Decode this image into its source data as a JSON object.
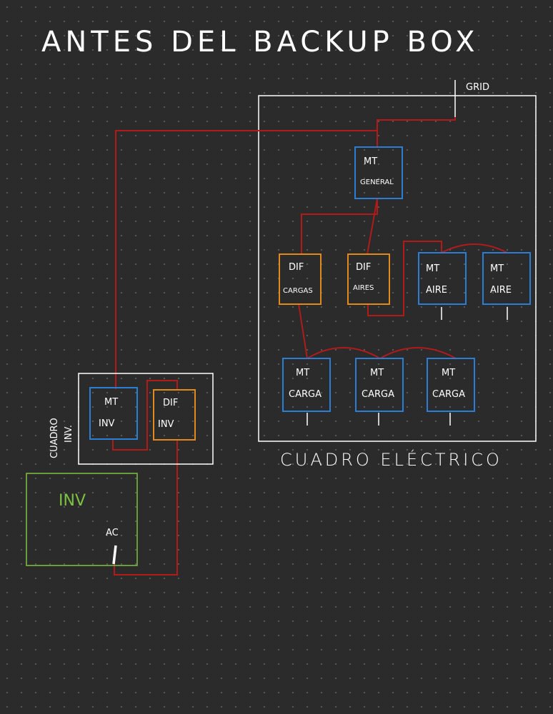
{
  "title": "ANTES DEL BACKUP BOX",
  "grid_label": "GRID",
  "cuadro_electrico": {
    "label": "CUADRO ELÉCTRICO",
    "mt_general": [
      "MT",
      "GENERAL"
    ],
    "dif_cargas": [
      "DIF",
      "CARGAS"
    ],
    "dif_aires": [
      "DIF",
      "AIRES"
    ],
    "mt_aire_1": [
      "MT",
      "AIRE"
    ],
    "mt_aire_2": [
      "MT",
      "AIRE"
    ],
    "mt_carga_1": [
      "MT",
      "CARGA"
    ],
    "mt_carga_2": [
      "MT",
      "CARGA"
    ],
    "mt_carga_3": [
      "MT",
      "CARGA"
    ]
  },
  "cuadro_inv": {
    "label_line1": "CUADRO",
    "label_line2": "INV.",
    "mt_inv": [
      "MT",
      "INV"
    ],
    "dif_inv": [
      "DIF",
      "INV"
    ]
  },
  "inverter": {
    "label": "INV",
    "ac_label": "AC"
  },
  "colors": {
    "background": "#2b2b2b",
    "dots": "#5a5a5a",
    "wire": "#b31b1b",
    "breaker_mt": "#2a7fd4",
    "breaker_dif": "#e08a1e",
    "inverter": "#7cc243",
    "frame": "#ffffff"
  }
}
